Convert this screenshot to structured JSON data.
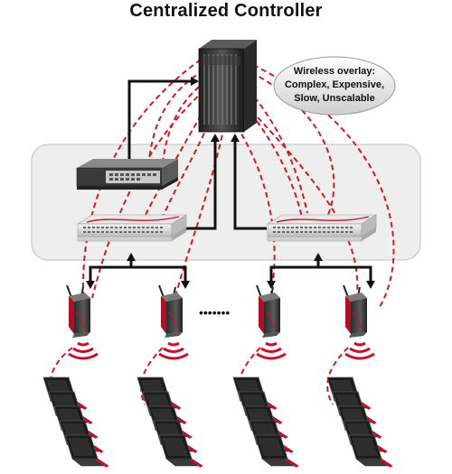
{
  "title": "Centralized Controller",
  "note": {
    "lines": [
      "Wireless overlay:",
      "Complex, Expensive,",
      "Slow, Unscalable"
    ]
  },
  "ellipsis": "•••••••",
  "colors": {
    "link": "#d4182b",
    "arrow": "#111111",
    "panel": "#eeeeee",
    "device_dark": "#2b2b2b",
    "device_light": "#d9d9d9",
    "red_accent": "#c8102e"
  },
  "icons": [
    "controller-chassis-icon",
    "appliance-icon",
    "switch-icon",
    "access-point-icon",
    "wifi-waves-icon",
    "laptop-icon"
  ]
}
